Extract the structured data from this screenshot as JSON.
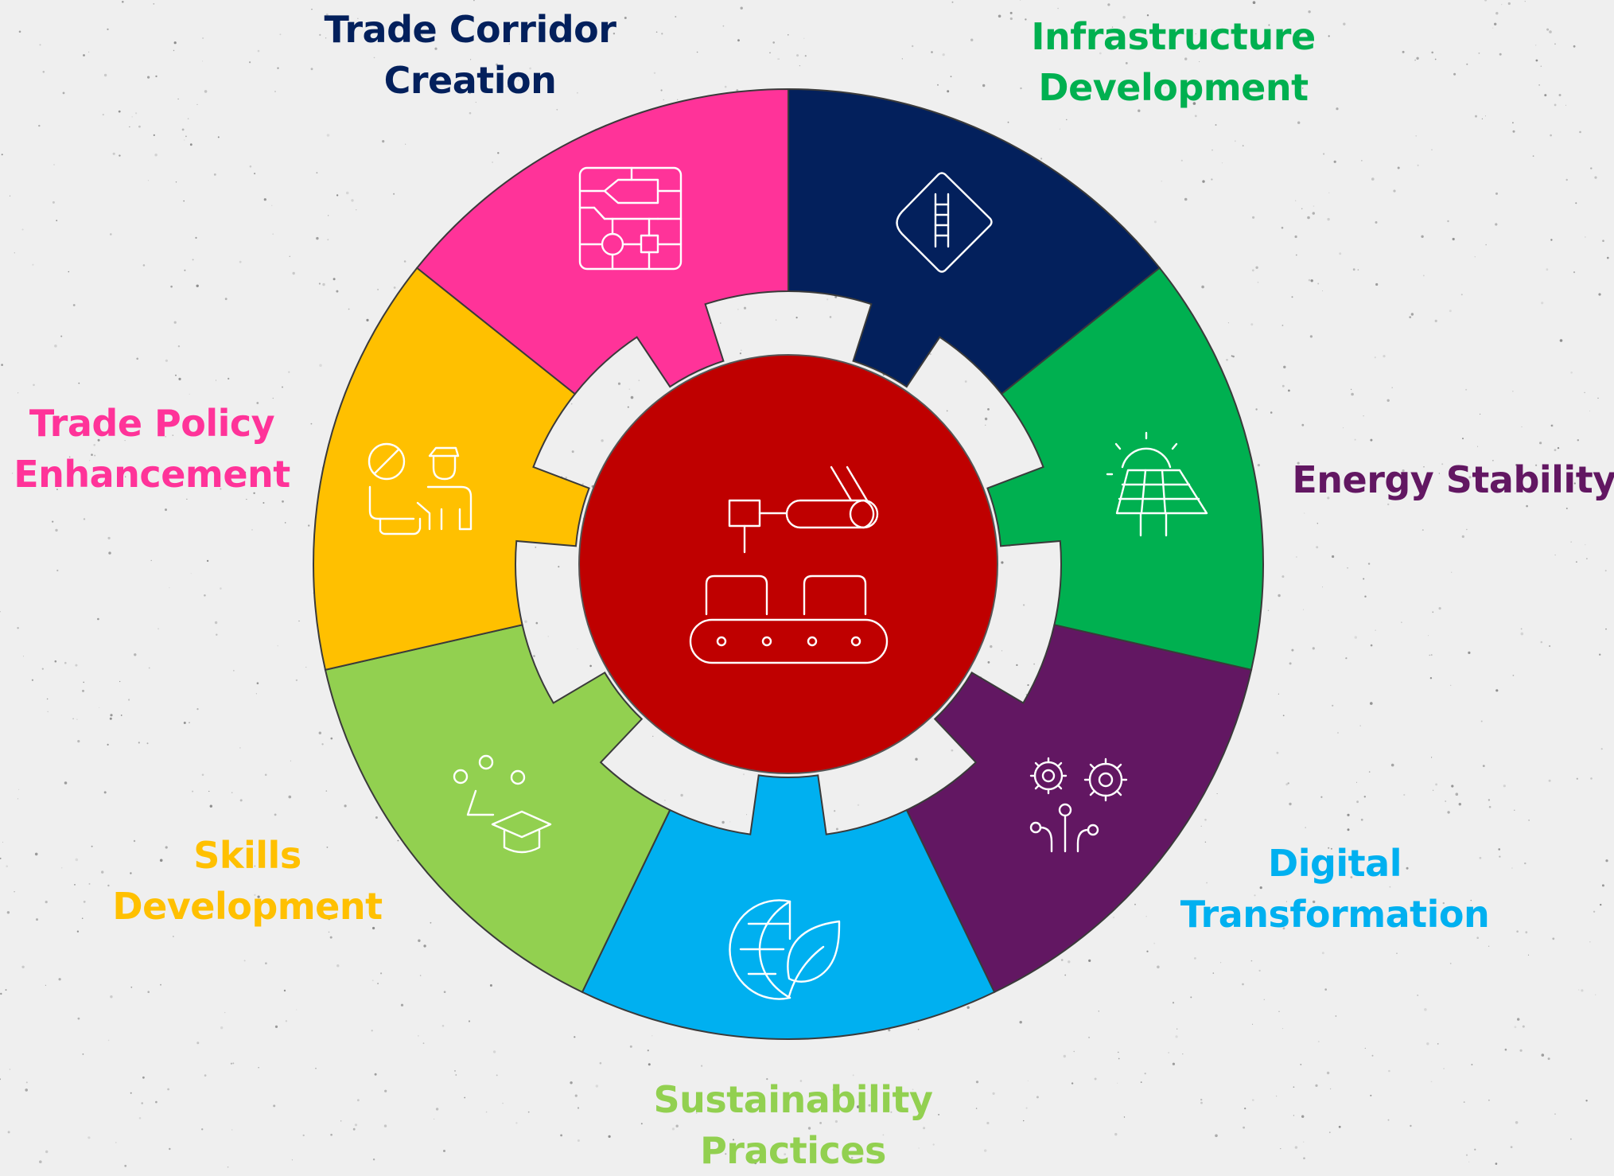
{
  "center": {
    "color": "#bf0000",
    "icon": "factory-conveyor-robot-arm-icon"
  },
  "segments": [
    {
      "id": "trade-corridor",
      "lines": [
        "Trade Corridor",
        "Creation"
      ],
      "color": "#03205c",
      "icon": "flowchart-network-icon"
    },
    {
      "id": "infrastructure",
      "lines": [
        "Infrastructure",
        "Development"
      ],
      "color": "#00b050",
      "icon": "railway-track-sign-icon"
    },
    {
      "id": "energy",
      "lines": [
        "Energy Stability"
      ],
      "color": "#621762",
      "icon": "solar-panel-icon"
    },
    {
      "id": "digital",
      "lines": [
        "Digital",
        "Transformation"
      ],
      "color": "#00b0f0",
      "icon": "gears-circuit-icon"
    },
    {
      "id": "sustainability",
      "lines": [
        "Sustainability",
        "Practices"
      ],
      "color": "#92d050",
      "icon": "globe-leaf-icon"
    },
    {
      "id": "skills",
      "lines": [
        "Skills",
        "Development"
      ],
      "color": "#ffc000",
      "icon": "graduation-cap-icon"
    },
    {
      "id": "trade-policy",
      "lines": [
        "Trade Policy",
        "Enhancement"
      ],
      "color": "#ff3399",
      "icon": "customs-officer-icon"
    }
  ]
}
